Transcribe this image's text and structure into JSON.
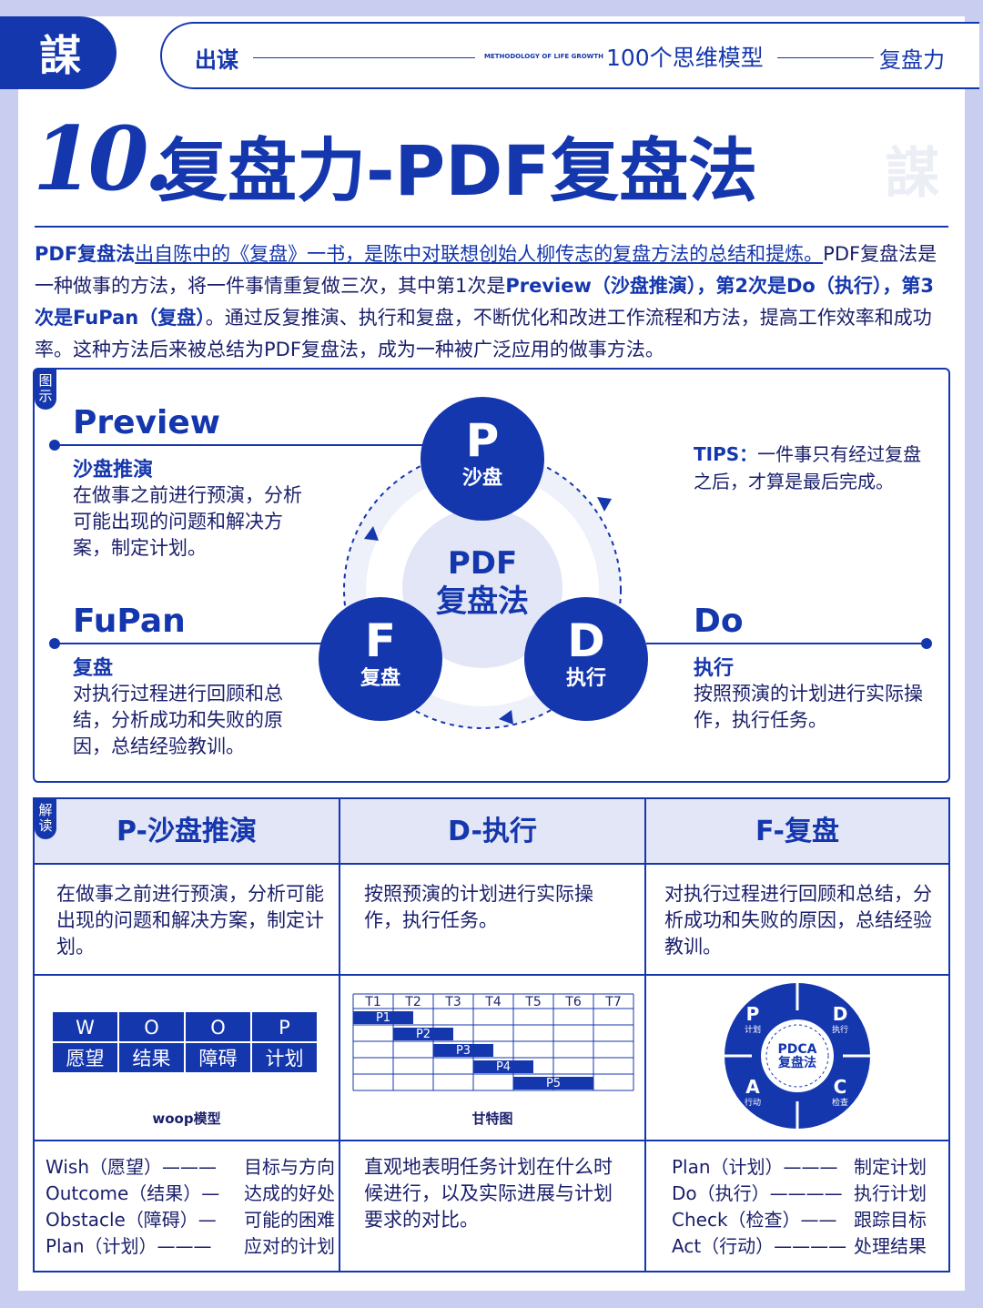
{
  "header": {
    "logo": "謀",
    "brand": "出谋",
    "tagline": "METHODOLOGY OF LIFE GROWTH",
    "series": "100个思维模型",
    "category": "复盘力"
  },
  "title": {
    "number": "10.",
    "text": "复盘力-PDF复盘法",
    "watermark": "謀"
  },
  "intro": {
    "p1_bold": "PDF复盘法",
    "p1_link": "出自陈中的《复盘》一书，是陈中对联想创始人柳传志的复盘方法的总结和提炼。",
    "p1_rest": "PDF复盘法是一种做事的方法，将一件事情重复做三次，其中第1次是",
    "preview_bold": "Preview（沙盘推演），第2次是Do（执行），第3次是FuPan（复盘）",
    "p1_tail": "。通过反复推演、执行和复盘，不断优化和改进工作流程和方法，提高工作效率和成功率。这种方法后来被总结为PDF复盘法，成为一种被广泛应用的做事方法。"
  },
  "diagram": {
    "tag": "图示",
    "preview": {
      "title": "Preview",
      "sub": "沙盘推演",
      "body": "在做事之前进行预演，分析可能出现的问题和解决方案，制定计划。"
    },
    "fupan": {
      "title": "FuPan",
      "sub": "复盘",
      "body": "对执行过程进行回顾和总结，分析成功和失败的原因，总结经验教训。"
    },
    "do": {
      "title": "Do",
      "sub": "执行",
      "body": "按照预演的计划进行实际操作，执行任务。"
    },
    "tips_label": "TIPS：",
    "tips_text": "一件事只有经过复盘之后，才算是最后完成。",
    "center_1": "PDF",
    "center_2": "复盘法",
    "p_letter": "P",
    "p_label": "沙盘",
    "d_letter": "D",
    "d_label": "执行",
    "f_letter": "F",
    "f_label": "复盘"
  },
  "table": {
    "tag": "解读",
    "headers": [
      "P-沙盘推演",
      "D-执行",
      "F-复盘"
    ],
    "desc": [
      "在做事之前进行预演，分析可能出现的问题和解决方案，制定计划。",
      "按照预演的计划进行实际操作，执行任务。",
      "对执行过程进行回顾和总结，分析成功和失败的原因，总结经验教训。"
    ],
    "woop": {
      "top": [
        "W",
        "O",
        "O",
        "P"
      ],
      "bottom": [
        "愿望",
        "结果",
        "障碍",
        "计划"
      ],
      "caption": "woop模型"
    },
    "gantt": {
      "cols": [
        "T1",
        "T2",
        "T3",
        "T4",
        "T5",
        "T6",
        "T7"
      ],
      "tasks": [
        "P1",
        "P2",
        "P3",
        "P4",
        "P5"
      ],
      "caption": "甘特图"
    },
    "pdca": {
      "center_1": "PDCA",
      "center_2": "复盘法",
      "p": "P",
      "p_sub": "计划",
      "d": "D",
      "d_sub": "执行",
      "c": "C",
      "c_sub": "检查",
      "a": "A",
      "a_sub": "行动"
    },
    "woop_pairs": [
      [
        "Wish（愿望）———",
        "目标与方向"
      ],
      [
        "Outcome（结果）—",
        "达成的好处"
      ],
      [
        "Obstacle（障碍）—",
        "可能的困难"
      ],
      [
        "Plan（计划）———",
        "应对的计划"
      ]
    ],
    "gantt_desc": "直观地表明任务计划在什么时候进行，以及实际进展与计划要求的对比。",
    "pdca_pairs": [
      [
        "Plan（计划）———",
        "制定计划"
      ],
      [
        "Do（执行）————",
        "执行计划"
      ],
      [
        "Check（检查）——",
        "跟踪目标"
      ],
      [
        "Act（行动）————",
        "处理结果"
      ]
    ]
  },
  "colors": {
    "primary": "#1537ae",
    "light": "#e3e6f6",
    "text": "#1a1f6b",
    "frame": "#c9cdf0"
  }
}
